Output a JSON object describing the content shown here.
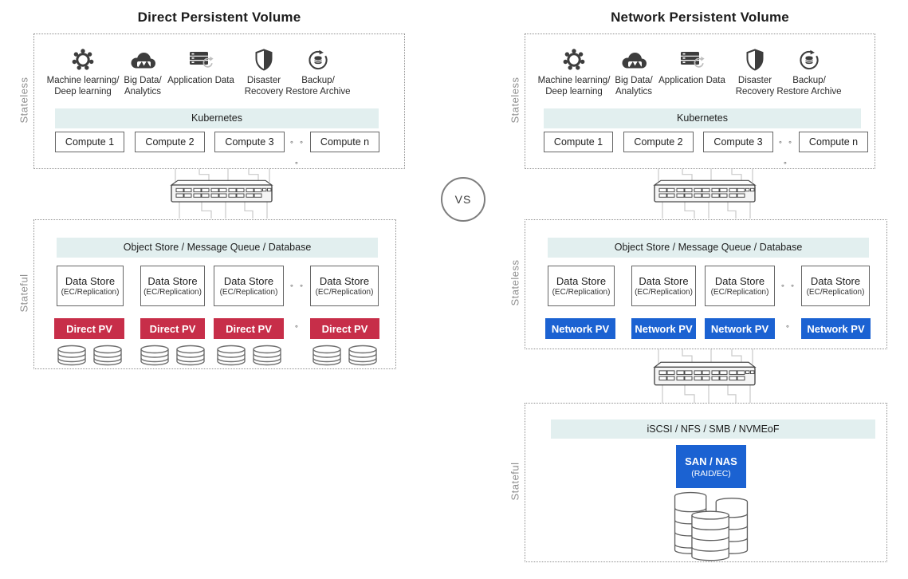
{
  "titles": {
    "left": "Direct Persistent Volume",
    "right": "Network Persistent Volume"
  },
  "vs_label": "VS",
  "section_labels": {
    "left_top": "Stateless",
    "left_bottom": "Stateful",
    "right_top": "Stateless",
    "right_middle": "Stateless",
    "right_bottom": "Stateful"
  },
  "workloads": [
    {
      "icon": "machine-learning-icon",
      "line1": "Machine learning/",
      "line2": "Deep learning"
    },
    {
      "icon": "big-data-analytics-icon",
      "line1": "Big Data/",
      "line2": "Analytics"
    },
    {
      "icon": "application-data-icon",
      "line1": "Application Data",
      "line2": ""
    },
    {
      "icon": "disaster-recovery-icon",
      "line1": "Disaster",
      "line2": "Recovery"
    },
    {
      "icon": "backup-restore-archive-icon",
      "line1": "Backup/",
      "line2": "Restore Archive"
    }
  ],
  "kubernetes_label": "Kubernetes",
  "compute_nodes": [
    "Compute 1",
    "Compute 2",
    "Compute 3",
    "Compute n"
  ],
  "ellipsis": "∘ ∘ ∘",
  "object_store_label": "Object Store / Message Queue / Database",
  "data_store": {
    "title": "Data Store",
    "subtitle": "(EC/Replication)"
  },
  "direct_pv_label": "Direct PV",
  "network_pv_label": "Network PV",
  "protocol_label": "iSCSI / NFS / SMB / NVMEoF",
  "san_nas": {
    "title": "SAN / NAS",
    "subtitle": "(RAID/EC)"
  },
  "colors": {
    "direct_pv": "#c72e49",
    "network_pv": "#1b62d2",
    "bar_bg": "#e2efef"
  }
}
